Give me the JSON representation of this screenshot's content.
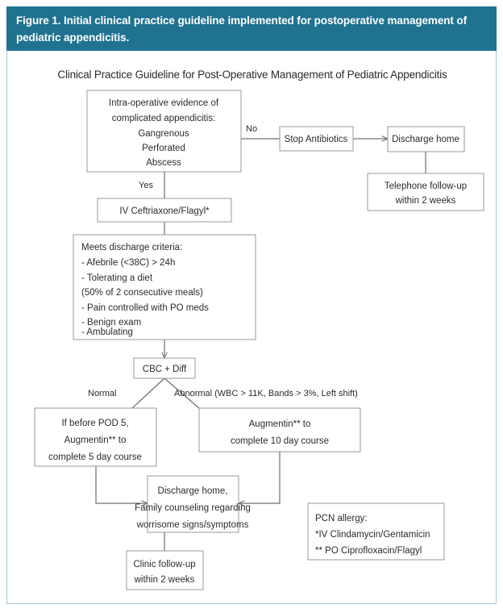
{
  "figure": {
    "caption": "Figure 1. Initial clinical practice guideline implemented for postoperative management of pediatric appendicitis.",
    "caption_bg": "#1f7391",
    "caption_color": "#ffffff",
    "frame_border_color": "#a9c9d8"
  },
  "chart_data": {
    "type": "diagram",
    "title": "Clinical Practice Guideline for Post-Operative Management of Pediatric Appendicitis",
    "node_stroke": "#9a9a9a",
    "connector_stroke": "#6f6f6f",
    "nodes": [
      {
        "id": "intraop",
        "lines": [
          "Intra-operative evidence of",
          "complicated appendicitis:",
          "Gangrenous",
          "Perforated",
          "Abscess"
        ]
      },
      {
        "id": "stop_abx",
        "lines": [
          "Stop Antibiotics"
        ]
      },
      {
        "id": "discharge_home_top",
        "lines": [
          "Discharge home"
        ]
      },
      {
        "id": "telephone_followup",
        "lines": [
          "Telephone follow-up",
          "within 2 weeks"
        ]
      },
      {
        "id": "iv_abx",
        "lines": [
          "IV Ceftriaxone/Flagyl*"
        ]
      },
      {
        "id": "discharge_criteria",
        "lines": [
          "Meets discharge criteria:",
          "-       Afebrile (<38C) > 24h",
          "-       Tolerating a diet",
          "         (50% of 2 consecutive meals)",
          "-       Pain controlled with PO meds",
          "-       Benign exam",
          "-       Ambulating"
        ]
      },
      {
        "id": "cbc_diff",
        "lines": [
          "CBC + Diff"
        ]
      },
      {
        "id": "pod5_augmentin",
        "lines": [
          "If before POD 5,",
          "Augmentin** to",
          "complete 5 day course"
        ]
      },
      {
        "id": "augmentin_10day",
        "lines": [
          "Augmentin** to",
          "complete 10 day course"
        ]
      },
      {
        "id": "discharge_counseling",
        "lines": [
          "Discharge home,",
          "Family counseling regarding",
          "worrisome signs/symptoms"
        ]
      },
      {
        "id": "clinic_followup",
        "lines": [
          "Clinic follow-up",
          "within 2 weeks"
        ]
      },
      {
        "id": "pcn_allergy",
        "lines": [
          "PCN allergy:",
          "*IV Clindamycin/Gentamicin",
          "** PO Ciprofloxacin/Flagyl"
        ]
      }
    ],
    "edge_labels": [
      {
        "id": "no",
        "text": "No"
      },
      {
        "id": "yes",
        "text": "Yes"
      },
      {
        "id": "normal",
        "text": "Normal"
      },
      {
        "id": "abnormal",
        "text": "Abnormal (WBC > 11K, Bands > 3%, Left shift)"
      }
    ]
  }
}
